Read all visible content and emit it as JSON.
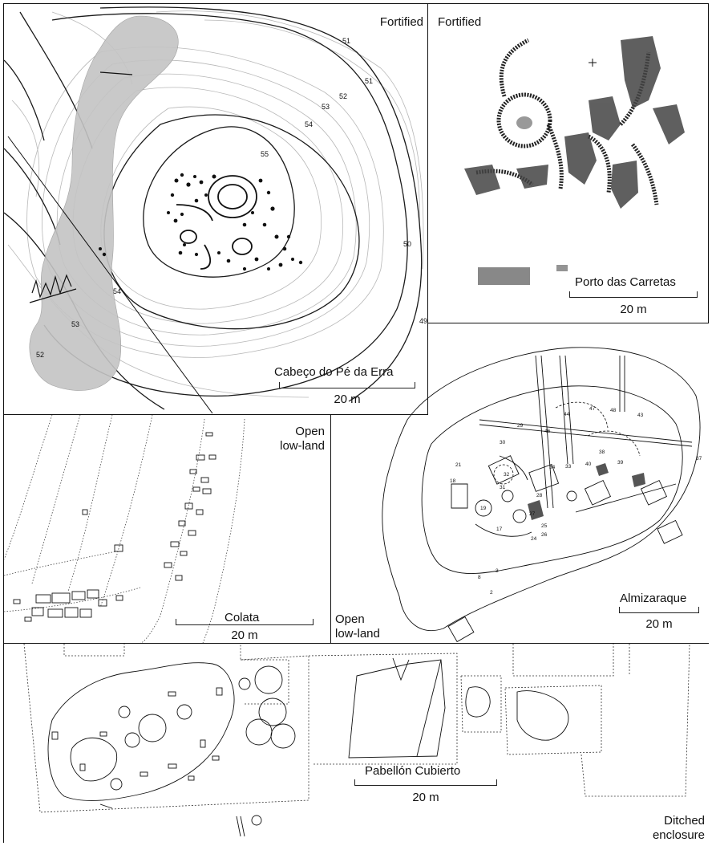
{
  "panels": [
    {
      "site": "Cabeço do Pé da Erra",
      "category": "Fortified",
      "scale": "20 m",
      "contours": [
        "51",
        "51",
        "52",
        "53",
        "54",
        "55",
        "50",
        "49",
        "54",
        "53",
        "52"
      ]
    },
    {
      "site": "Porto das Carretas",
      "category": "Fortified",
      "scale": "20 m"
    },
    {
      "site": "Colata",
      "category": "Open\nlow-land",
      "scale": "20 m"
    },
    {
      "site": "Almizaraque",
      "category": "Open\nlow-land",
      "scale": "20 m",
      "structure_numbers": [
        "44",
        "47",
        "48",
        "43",
        "29",
        "46",
        "30",
        "38",
        "21",
        "32",
        "34",
        "33",
        "40",
        "39",
        "37",
        "18",
        "31",
        "28",
        "19",
        "27",
        "17",
        "25",
        "26",
        "24",
        "3",
        "2",
        "8"
      ]
    },
    {
      "site": "Pabellón Cubierto",
      "category": "Ditched\nenclosure",
      "scale": "20 m"
    }
  ],
  "colors": {
    "line": "#111111",
    "contour_light": "#b5b5b5",
    "shaded_band": "#c4c4c4"
  }
}
